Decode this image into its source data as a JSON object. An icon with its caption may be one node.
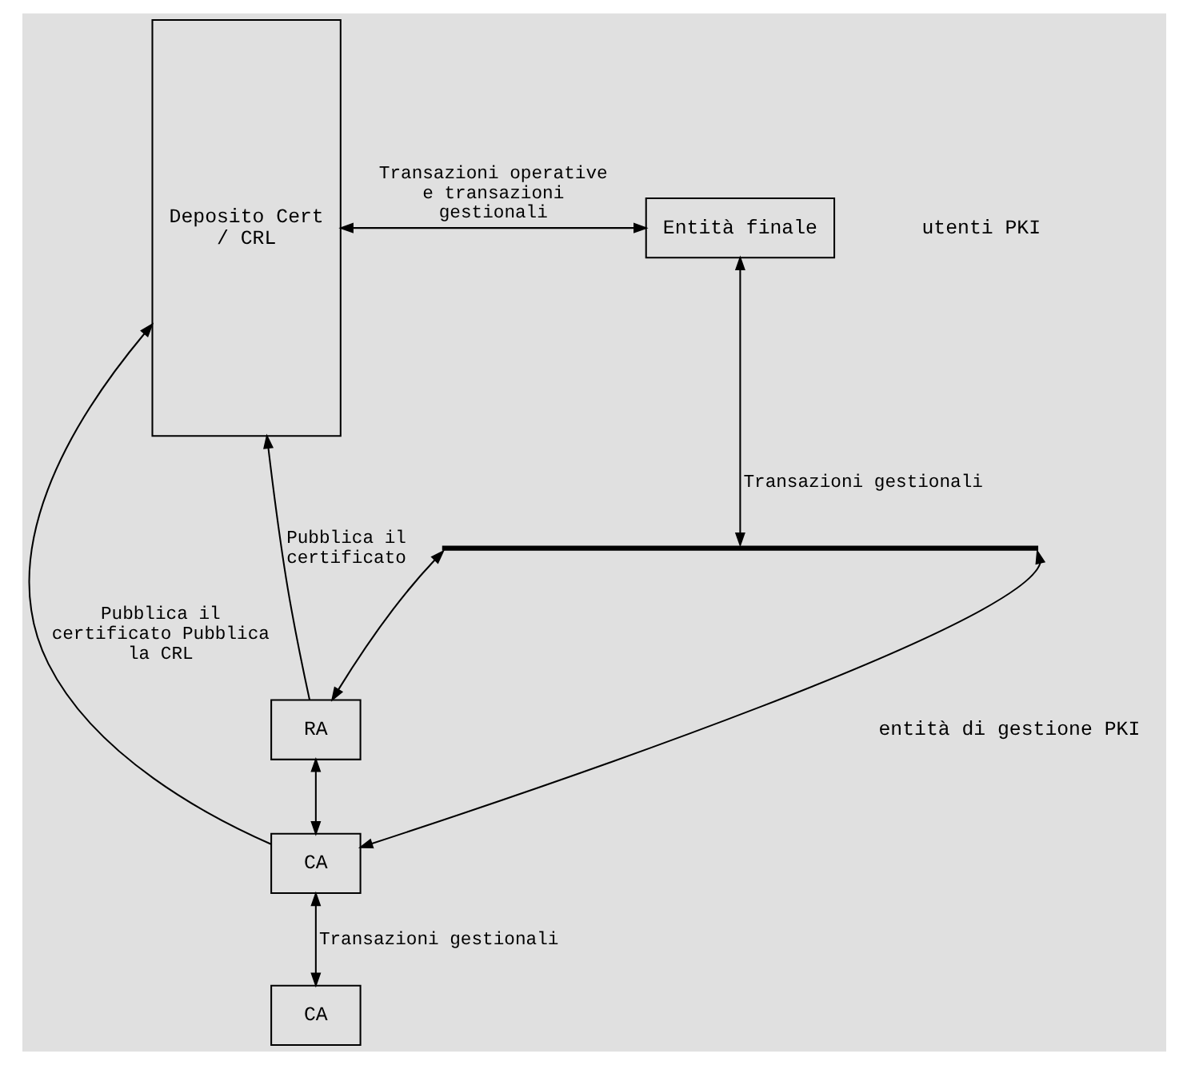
{
  "diagram": {
    "nodes": [
      {
        "text": [
          "Deposito Cert / CRL"
        ]
      },
      {
        "text": [
          "Entità finale"
        ]
      },
      {
        "text": [],
        "shape": "bar"
      },
      {
        "text": [
          "RA"
        ]
      },
      {
        "text": [
          "CA"
        ]
      },
      {
        "text": [
          "CA"
        ]
      }
    ],
    "edges": [
      {
        "from": 0,
        "to": 1,
        "arrow": "both",
        "label": "Transazioni operative e transazioni gestionali"
      },
      {
        "from": 1,
        "to": 2,
        "arrow": "both",
        "label": "Transazioni gestionali"
      },
      {
        "from": 2,
        "to": 3,
        "arrow": "both"
      },
      {
        "from": 2,
        "to": 4,
        "arrow": "both"
      },
      {
        "from": 3,
        "to": 4,
        "arrow": "both"
      },
      {
        "from": 3,
        "to": 0,
        "arrow": "to",
        "label": "Pubblica il certificato"
      },
      {
        "from": 4,
        "to": 0,
        "arrow": "to",
        "label": "Pubblica il certificato Pubblica la CRL"
      },
      {
        "from": 4,
        "to": 5,
        "arrow": "both",
        "label": "Transazioni gestionali"
      }
    ],
    "labels": [
      "utenti PKI",
      "entità di gestione PKI"
    ]
  }
}
